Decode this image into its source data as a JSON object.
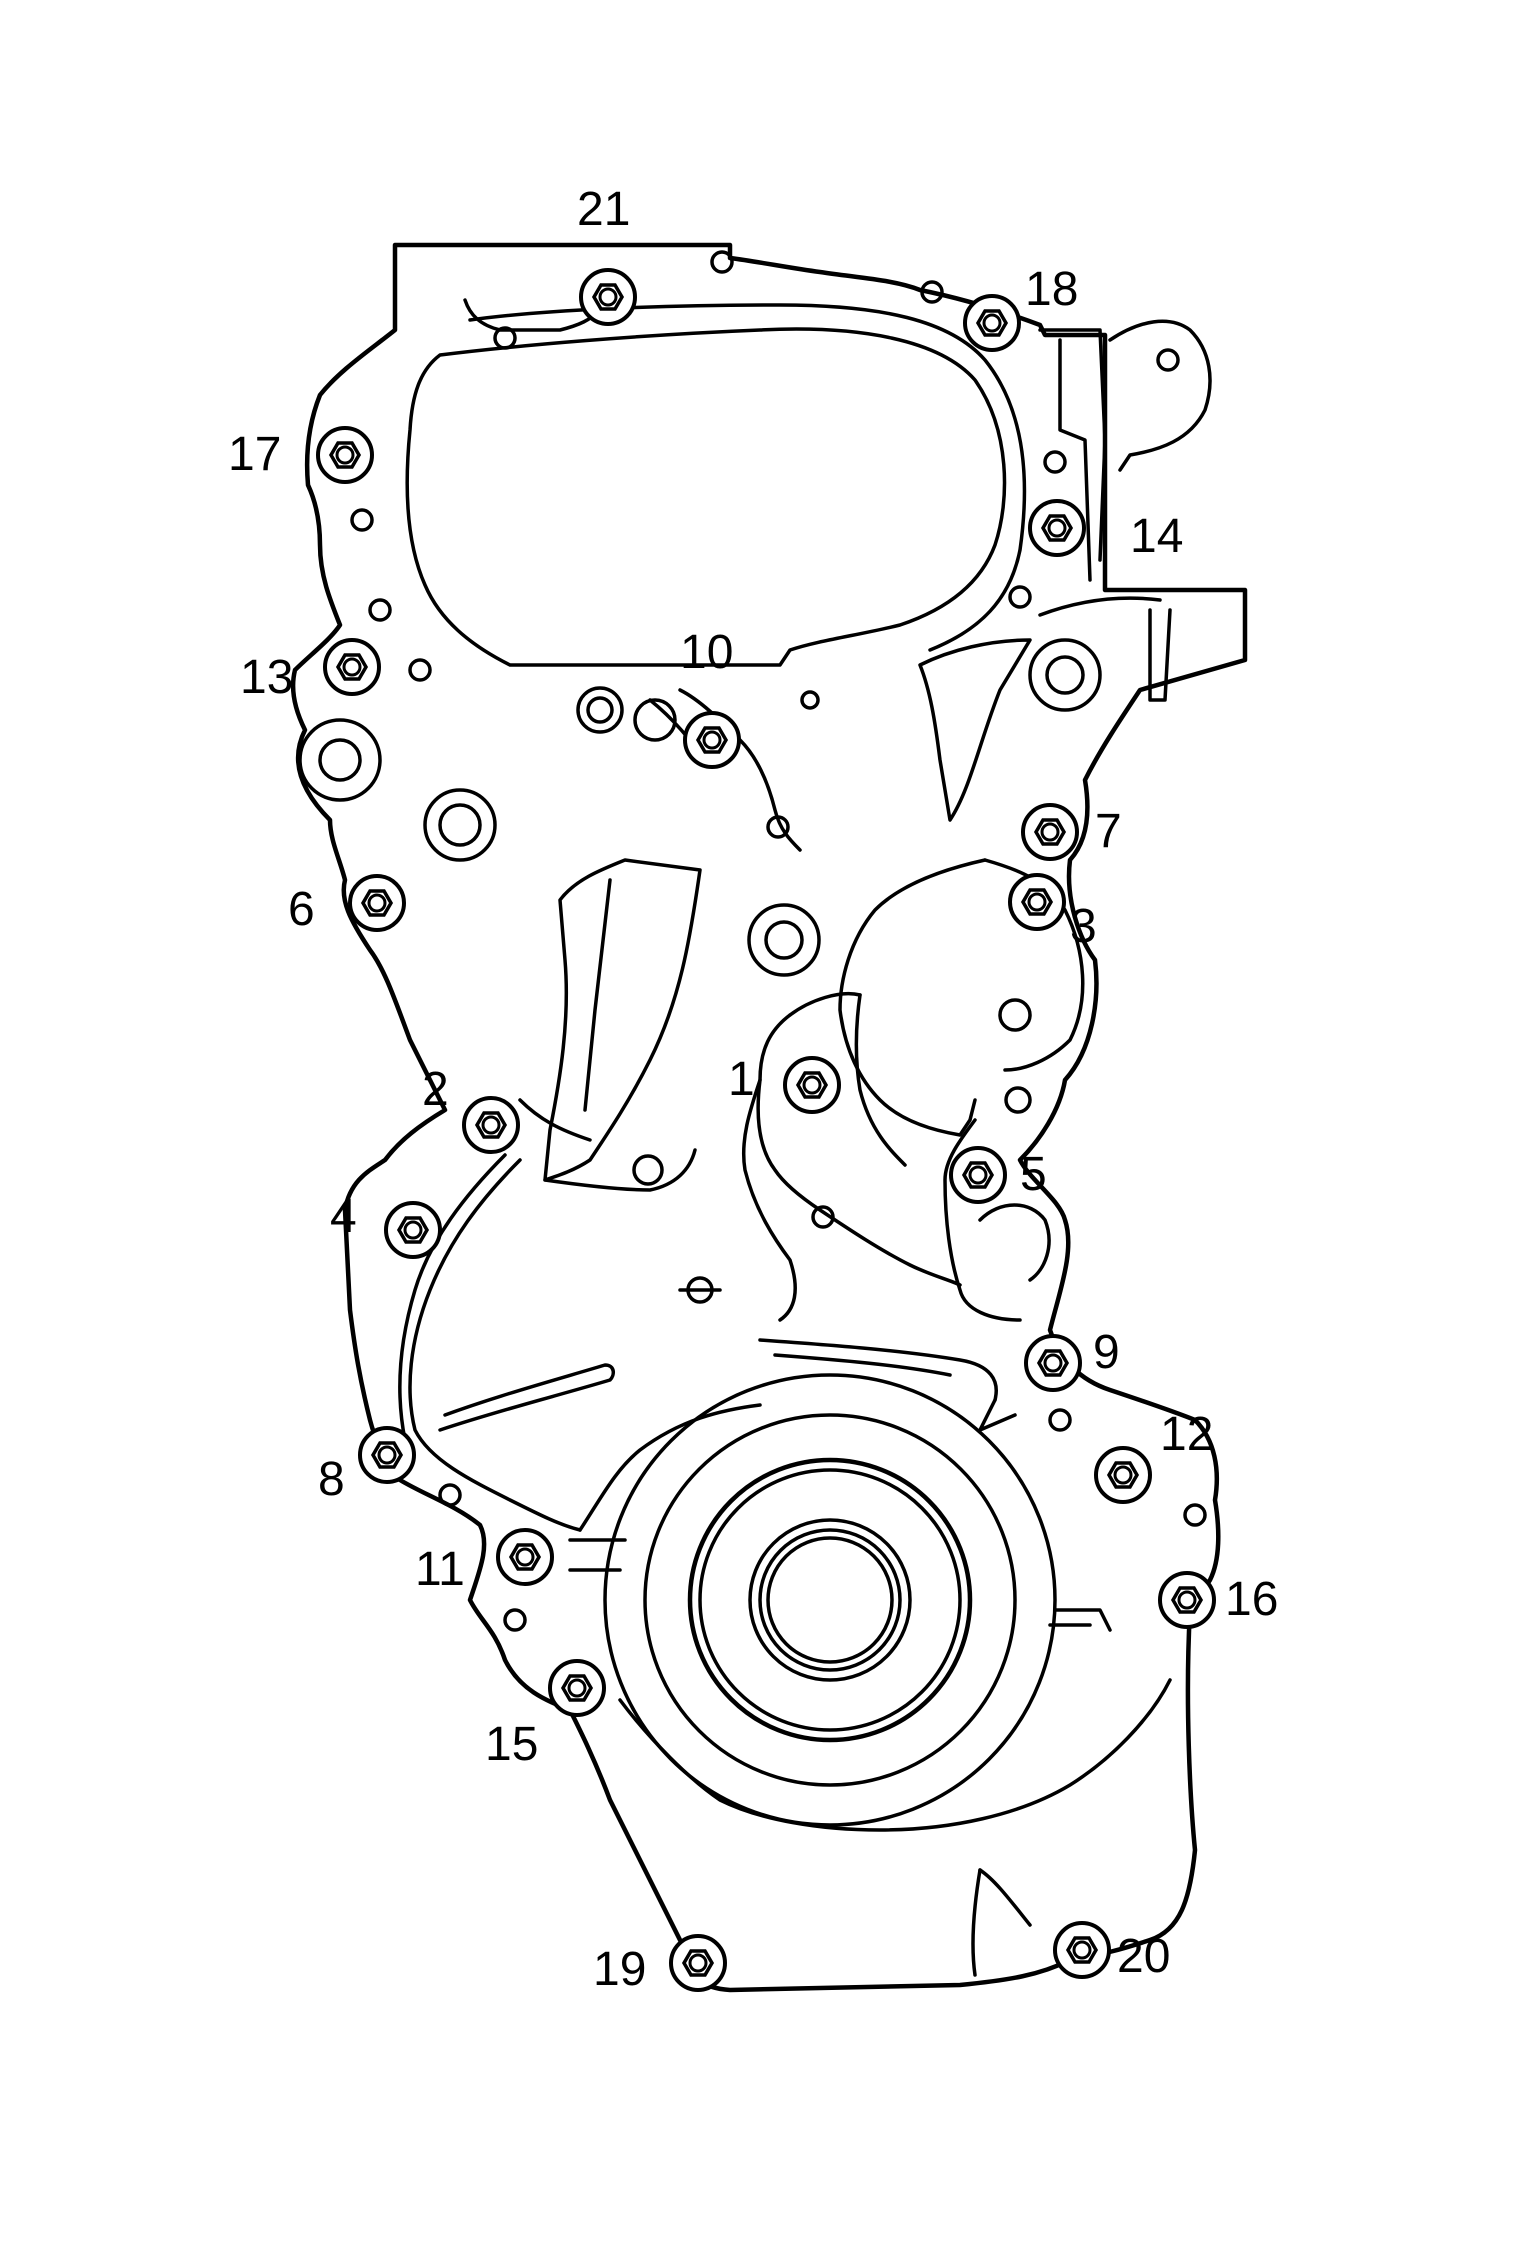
{
  "bolts": [
    {
      "id": "bolt-1",
      "label": "1"
    },
    {
      "id": "bolt-2",
      "label": "2"
    },
    {
      "id": "bolt-3",
      "label": "3"
    },
    {
      "id": "bolt-4",
      "label": "4"
    },
    {
      "id": "bolt-5",
      "label": "5"
    },
    {
      "id": "bolt-6",
      "label": "6"
    },
    {
      "id": "bolt-7",
      "label": "7"
    },
    {
      "id": "bolt-8",
      "label": "8"
    },
    {
      "id": "bolt-9",
      "label": "9"
    },
    {
      "id": "bolt-10",
      "label": "10"
    },
    {
      "id": "bolt-11",
      "label": "11"
    },
    {
      "id": "bolt-12",
      "label": "12"
    },
    {
      "id": "bolt-13",
      "label": "13"
    },
    {
      "id": "bolt-14",
      "label": "14"
    },
    {
      "id": "bolt-15",
      "label": "15"
    },
    {
      "id": "bolt-16",
      "label": "16"
    },
    {
      "id": "bolt-17",
      "label": "17"
    },
    {
      "id": "bolt-18",
      "label": "18"
    },
    {
      "id": "bolt-19",
      "label": "19"
    },
    {
      "id": "bolt-20",
      "label": "20"
    },
    {
      "id": "bolt-21",
      "label": "21"
    }
  ]
}
